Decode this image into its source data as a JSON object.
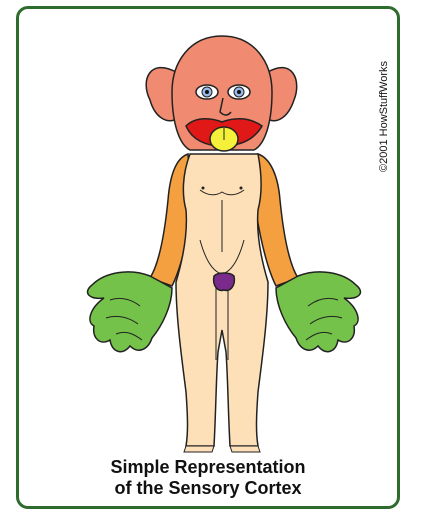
{
  "caption": {
    "line1": "Simple Representation",
    "line2": "of the Sensory Cortex"
  },
  "copyright": "©2001 HowStuffWorks",
  "colors": {
    "frame_border": "#2e6b2e",
    "head": "#f08a70",
    "lips": "#e01818",
    "tongue": "#f5f03a",
    "arms": "#f5a040",
    "hands": "#74c24a",
    "body": "#fde0b8",
    "genitals": "#7a2a8a",
    "eyes": "#9ab8e8"
  }
}
